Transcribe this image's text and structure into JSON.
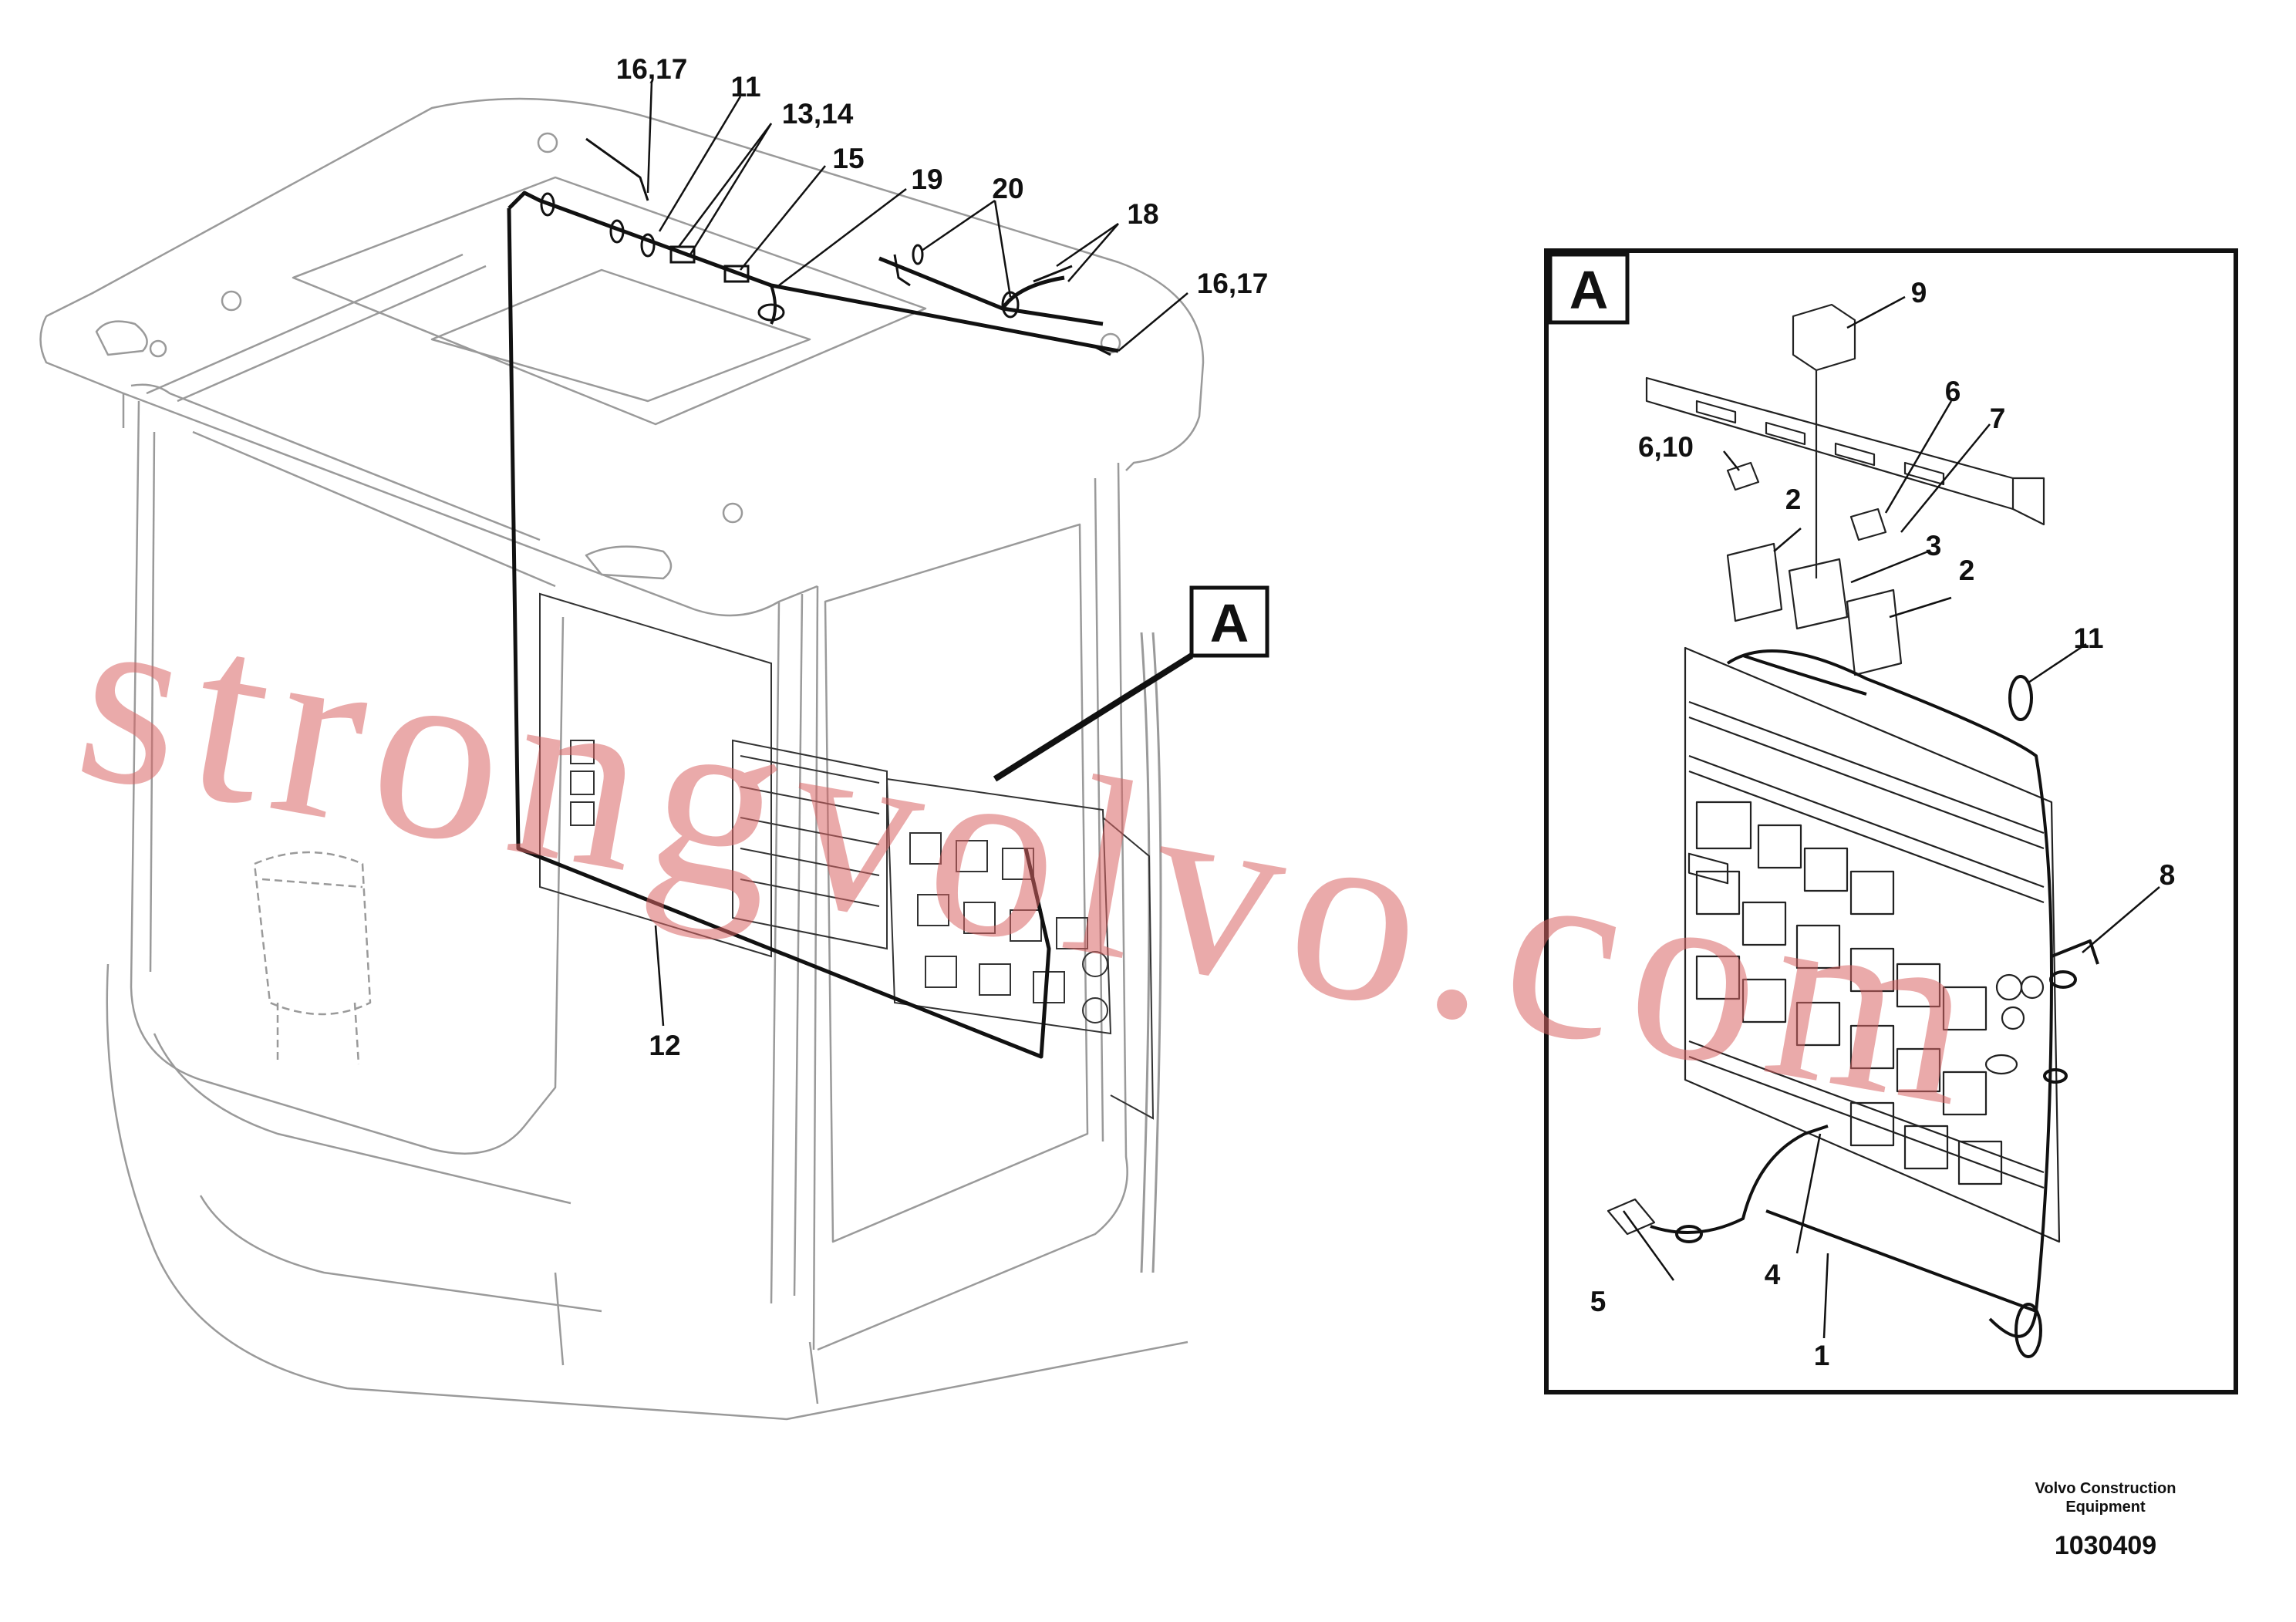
{
  "diagram": {
    "callouts_main": {
      "c16_17_top": "16,17",
      "c11": "11",
      "c13_14": "13,14",
      "c15": "15",
      "c19": "19",
      "c20": "20",
      "c18": "18",
      "c16_17_right": "16,17",
      "c12": "12"
    },
    "detail_box": {
      "letter": "A",
      "callouts": {
        "c9": "9",
        "c6": "6",
        "c7": "7",
        "c6_10": "6,10",
        "c2_left": "2",
        "c3": "3",
        "c2_right": "2",
        "c11": "11",
        "c8": "8",
        "c4": "4",
        "c5": "5",
        "c1": "1"
      }
    },
    "detail_marker": "A"
  },
  "watermark": "strongvolvo.com",
  "footer": {
    "company_line1": "Volvo Construction",
    "company_line2": "Equipment",
    "drawing_number": "1030409"
  },
  "colors": {
    "line": "#111111",
    "outline": "#9a9a9a",
    "watermark": "#d86464"
  }
}
